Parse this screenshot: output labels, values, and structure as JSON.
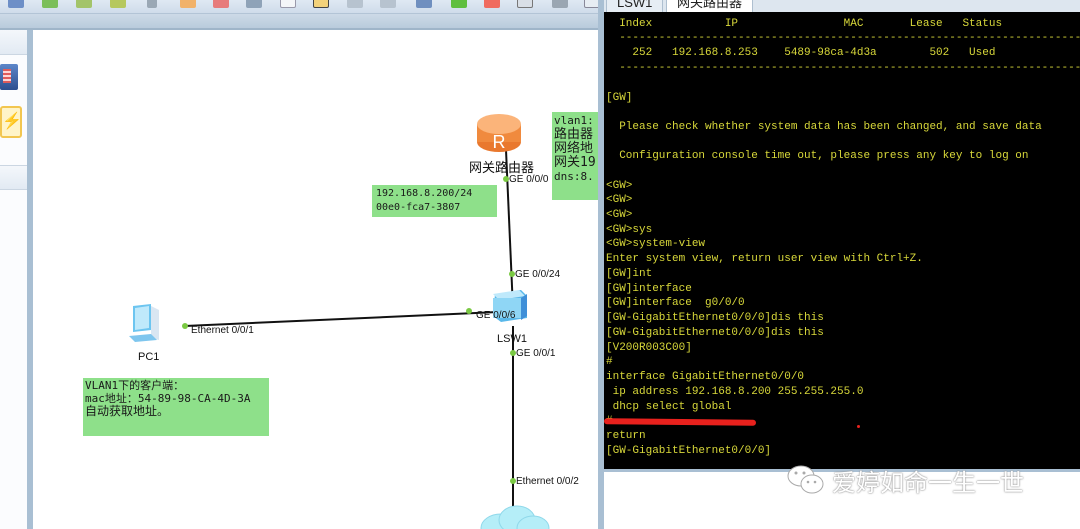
{
  "toolbar": {
    "icons": [
      "edit-icon",
      "layout-icon",
      "undo-icon",
      "redo-icon",
      "pointer-icon",
      "hand-icon",
      "delete-icon",
      "delete-link-icon",
      "text-note-icon",
      "rectangle-icon",
      "zoom-in-icon",
      "zoom-out-icon",
      "topology-icon",
      "start-icon",
      "stop-icon",
      "capture-icon",
      "screens-icon",
      "window-icon"
    ]
  },
  "left_panel": {
    "icons": [
      "device-panel-icon",
      "connection-icon"
    ]
  },
  "topology": {
    "router": {
      "name": "网关路由器",
      "port": "GE 0/0/0"
    },
    "router_note": {
      "lines": [
        "192.168.8.200/24",
        "00e0-fca7-3807"
      ]
    },
    "vlan_note": {
      "lines": [
        "vlan1:",
        "路由器",
        "网络地",
        "网关19",
        "dns:8."
      ]
    },
    "switch": {
      "name": "LSW1",
      "ports": {
        "up": "GE 0/0/24",
        "left": "GE 0/0/6",
        "down": "GE 0/0/1"
      }
    },
    "pc": {
      "name": "PC1",
      "port": "Ethernet 0/0/1"
    },
    "pc_note": {
      "lines": [
        "VLAN1下的客户端：",
        "mac地址：54-89-98-CA-4D-3A",
        "自动获取地址。"
      ]
    },
    "cloud": {
      "port": "Ethernet 0/0/2"
    }
  },
  "terminal": {
    "tabs": [
      {
        "label": "LSW1",
        "active": false
      },
      {
        "label": "网关路由器",
        "active": true
      }
    ],
    "lines": [
      "  Index           IP                MAC       Lease   Status",
      "  -----------------------------------------------------------------------",
      "    252   192.168.8.253    5489-98ca-4d3a        502   Used",
      "  -----------------------------------------------------------------------",
      "",
      "[GW]",
      "",
      "  Please check whether system data has been changed, and save data",
      "",
      "  Configuration console time out, please press any key to log on",
      "",
      "<GW>",
      "<GW>",
      "<GW>",
      "<GW>sys",
      "<GW>system-view",
      "Enter system view, return user view with Ctrl+Z.",
      "[GW]int",
      "[GW]interface",
      "[GW]interface  g0/0/0",
      "[GW-GigabitEthernet0/0/0]dis this",
      "[GW-GigabitEthernet0/0/0]dis this",
      "[V200R003C00]",
      "#",
      "interface GigabitEthernet0/0/0",
      " ip address 192.168.8.200 255.255.255.0",
      " dhcp select global",
      "#",
      "return",
      "[GW-GigabitEthernet0/0/0]"
    ]
  },
  "watermark": {
    "text": "爱婷如命一生一世",
    "icon": "wechat-icon"
  },
  "colors": {
    "terminal_bg": "#000000",
    "terminal_fg": "#d8d83a",
    "note_bg": "#8ee08a",
    "link_dot": "#7ac943",
    "annotation_red": "#e8211d"
  }
}
